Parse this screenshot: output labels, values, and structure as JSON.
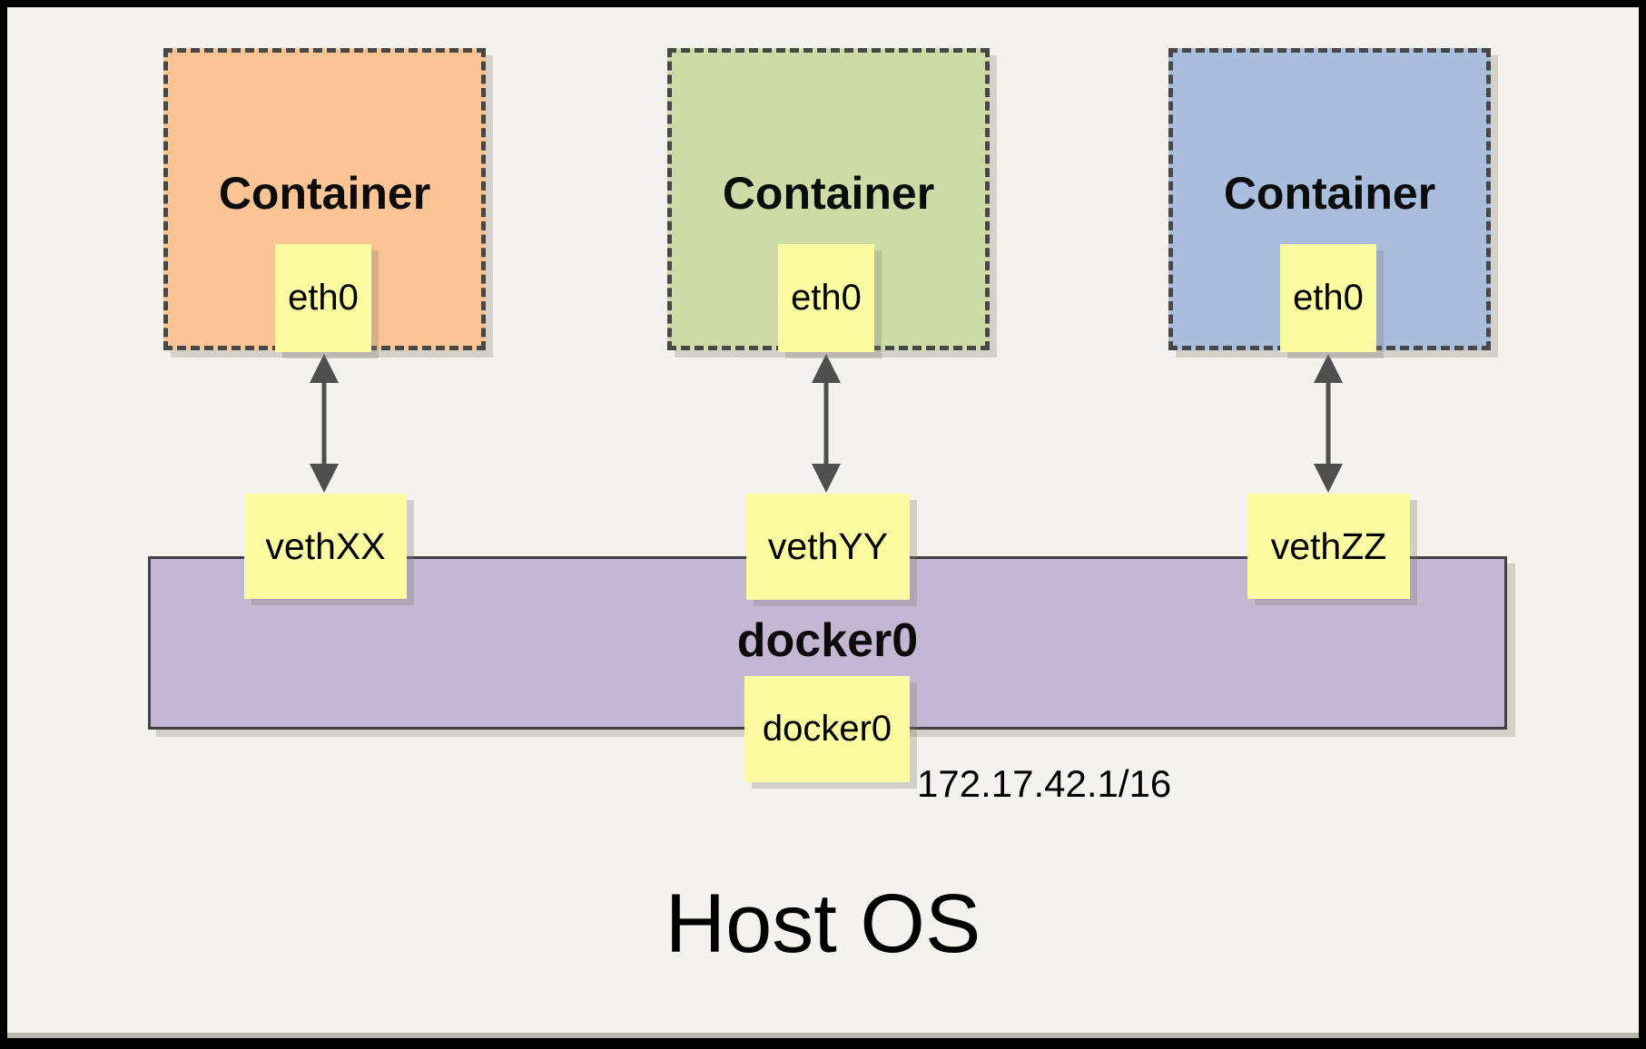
{
  "diagram": {
    "host_os_label": "Host OS",
    "containers": [
      {
        "title": "Container",
        "nic_label": "eth0",
        "veth_label": "vethXX",
        "fill": "#fac494"
      },
      {
        "title": "Container",
        "nic_label": "eth0",
        "veth_label": "vethYY",
        "fill": "#cddba7"
      },
      {
        "title": "Container",
        "nic_label": "eth0",
        "veth_label": "vethZZ",
        "fill": "#a9bedd"
      }
    ],
    "bridge": {
      "title": "docker0",
      "nic_label": "docker0",
      "ip": "172.17.42.1/16",
      "fill": "#c4b7d3"
    },
    "colors": {
      "background": "#f4f2ec",
      "nic_fill": "#fbfba1",
      "arrow": "#4f4f4f",
      "dashed_border": "#474747"
    }
  }
}
